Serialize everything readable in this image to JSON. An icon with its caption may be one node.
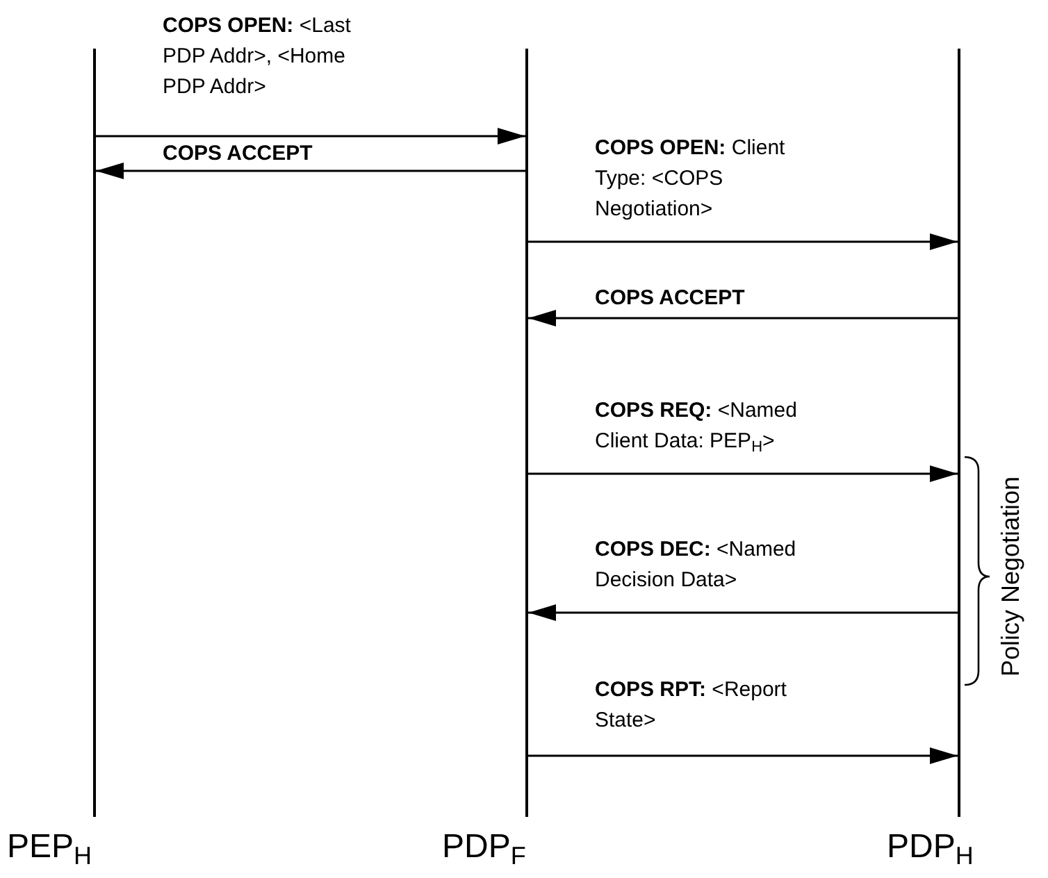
{
  "diagram": {
    "nodes": [
      {
        "text": [],
        "shape": "line",
        "beside": [
          "PEP$_{H}$"
        ]
      },
      {
        "text": [],
        "shape": "line",
        "beside": [
          "PDP$_{F}$"
        ]
      },
      {
        "text": [],
        "shape": "line",
        "beside": [
          "PDP$_{H}$"
        ]
      }
    ],
    "edges": [
      {
        "from": 0,
        "to": 1,
        "arrow": "to",
        "label": "**COPS OPEN:** <Last PDP Addr>, <Home PDP Addr>"
      },
      {
        "from": 1,
        "to": 0,
        "arrow": "to",
        "label": "**COPS ACCEPT**"
      },
      {
        "from": 1,
        "to": 2,
        "arrow": "to",
        "label": "**COPS OPEN:** Client Type: <COPS Negotiation>"
      },
      {
        "from": 2,
        "to": 1,
        "arrow": "to",
        "label": "**COPS ACCEPT**"
      },
      {
        "from": 1,
        "to": 2,
        "arrow": "to",
        "label": "**COPS REQ:** <Named Client Data: PEP$_{H}$>"
      },
      {
        "from": 2,
        "to": 1,
        "arrow": "to",
        "label": "**COPS DEC:** <Named Decision Data>"
      },
      {
        "from": 1,
        "to": 2,
        "arrow": "to",
        "label": "**COPS RPT:** <Report State>"
      }
    ],
    "labels": [
      "Policy Negotiation"
    ]
  }
}
